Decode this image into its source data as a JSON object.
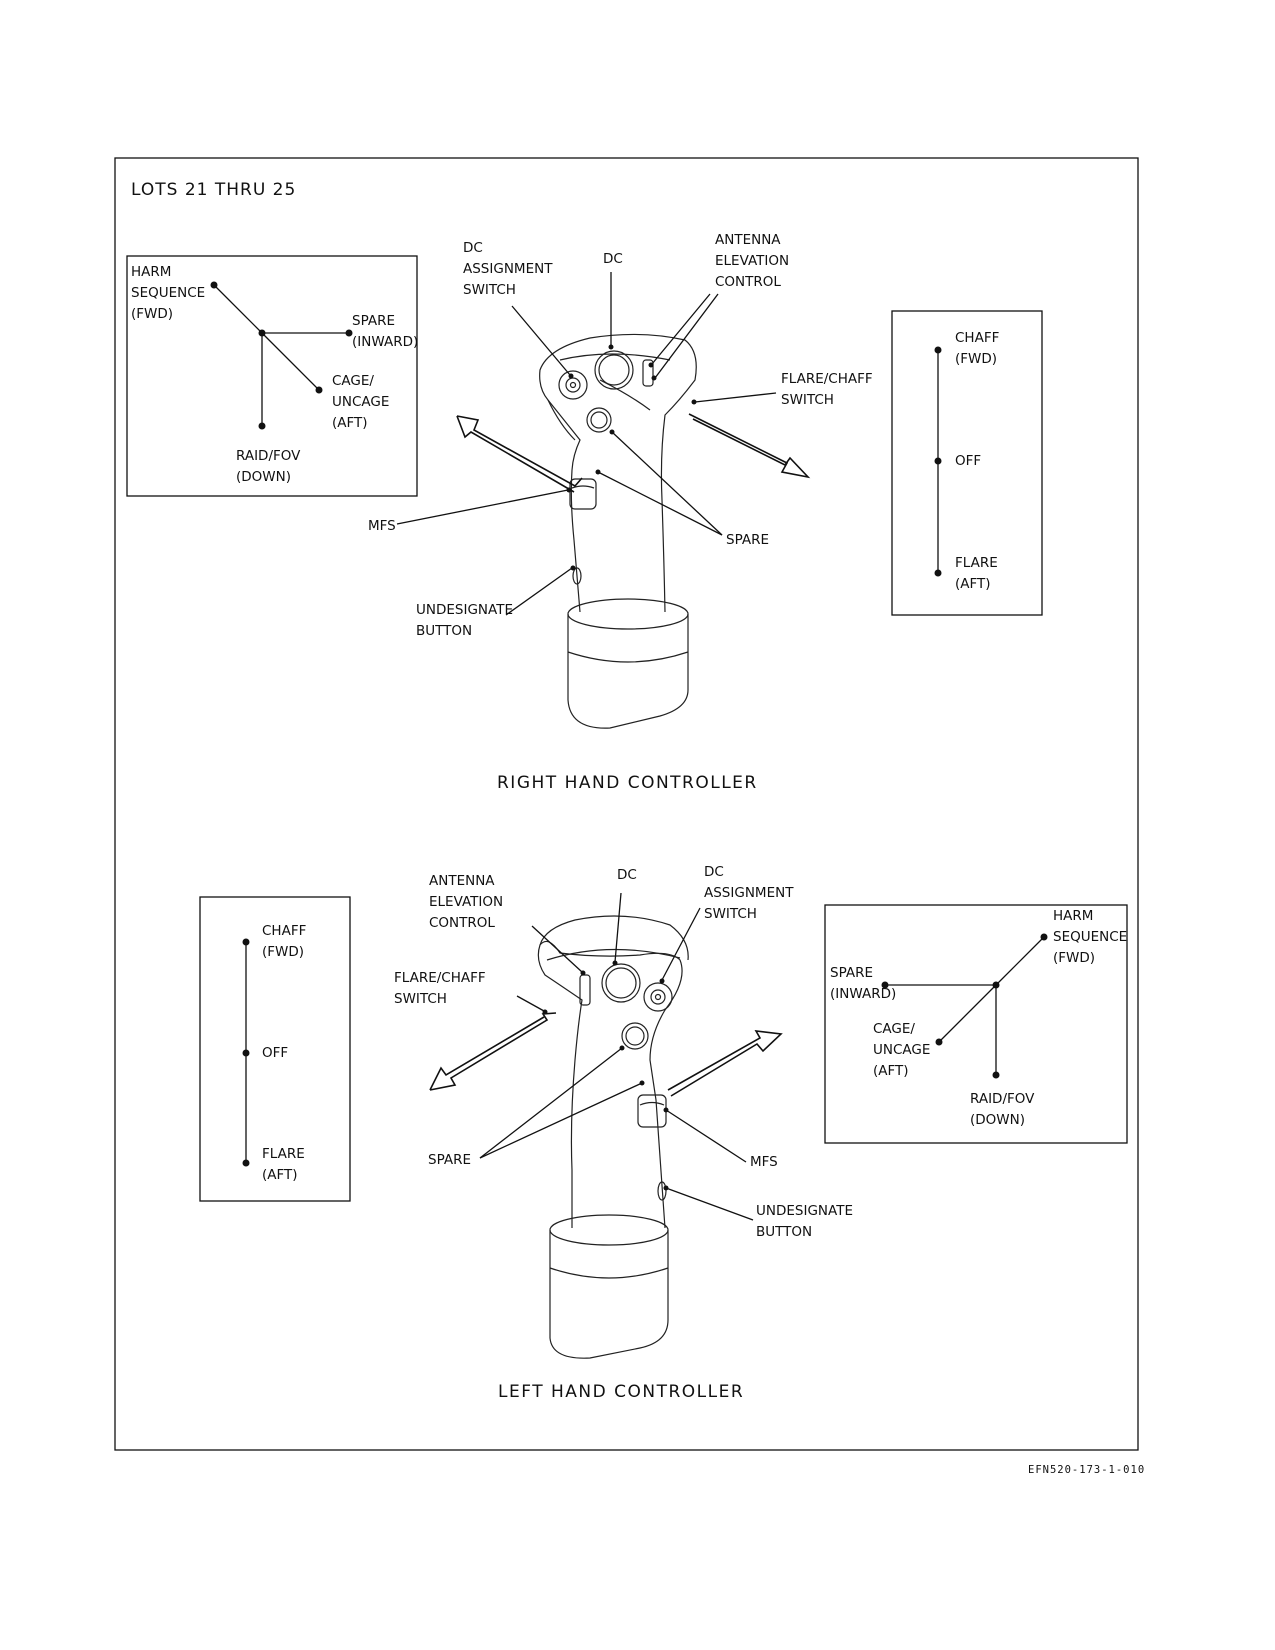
{
  "header": "LOTS 21 THRU 25",
  "figure_id": "EFN520-173-1-010",
  "right": {
    "caption": "RIGHT HAND CONTROLLER",
    "callouts": {
      "dc_assign": [
        "DC",
        "ASSIGNMENT",
        "SWITCH"
      ],
      "dc": [
        "DC"
      ],
      "antenna": [
        "ANTENNA",
        "ELEVATION",
        "CONTROL"
      ],
      "flare_chaff": [
        "FLARE/CHAFF",
        "SWITCH"
      ],
      "mfs": [
        "MFS"
      ],
      "spare": [
        "SPARE"
      ],
      "undesignate": [
        "UNDESIGNATE",
        "BUTTON"
      ]
    },
    "mfs_box": {
      "harm": [
        "HARM",
        "SEQUENCE",
        "(FWD)"
      ],
      "spare": [
        "SPARE",
        "(INWARD)"
      ],
      "cage": [
        "CAGE/",
        "UNCAGE",
        "(AFT)"
      ],
      "raid": [
        "RAID/FOV",
        "(DOWN)"
      ]
    },
    "chaff_box": {
      "chaff": [
        "CHAFF",
        "(FWD)"
      ],
      "off": [
        "OFF"
      ],
      "flare": [
        "FLARE",
        "(AFT)"
      ]
    }
  },
  "left": {
    "caption": "LEFT HAND CONTROLLER",
    "callouts": {
      "antenna": [
        "ANTENNA",
        "ELEVATION",
        "CONTROL"
      ],
      "dc": [
        "DC"
      ],
      "dc_assign": [
        "DC",
        "ASSIGNMENT",
        "SWITCH"
      ],
      "flare_chaff": [
        "FLARE/CHAFF",
        "SWITCH"
      ],
      "spare": [
        "SPARE"
      ],
      "mfs": [
        "MFS"
      ],
      "undesignate": [
        "UNDESIGNATE",
        "BUTTON"
      ]
    },
    "chaff_box": {
      "chaff": [
        "CHAFF",
        "(FWD)"
      ],
      "off": [
        "OFF"
      ],
      "flare": [
        "FLARE",
        "(AFT)"
      ]
    },
    "mfs_box": {
      "harm": [
        "HARM",
        "SEQUENCE",
        "(FWD)"
      ],
      "spare": [
        "SPARE",
        "(INWARD)"
      ],
      "cage": [
        "CAGE/",
        "UNCAGE",
        "(AFT)"
      ],
      "raid": [
        "RAID/FOV",
        "(DOWN)"
      ]
    }
  }
}
